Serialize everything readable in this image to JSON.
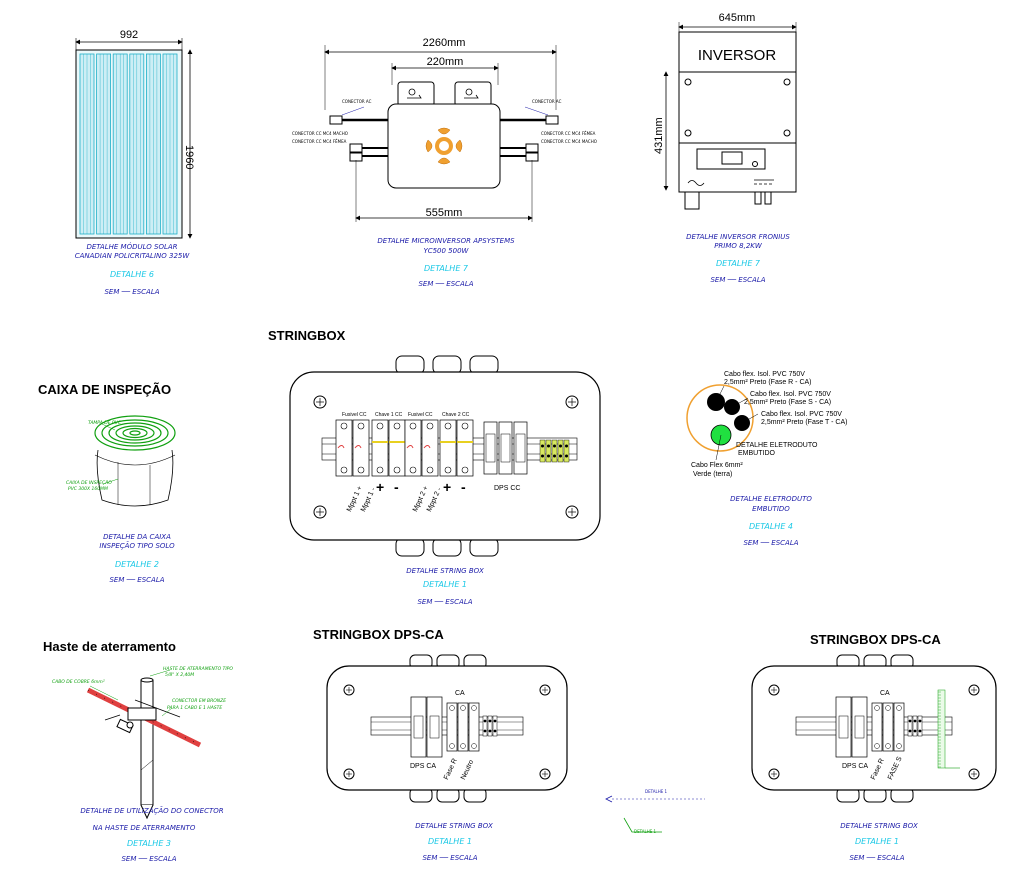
{
  "colors": {
    "caption": "#1a1aa8",
    "detail": "#19c8e6",
    "green": "#10a010",
    "orange": "#f0a030",
    "panel": "#20b0c8"
  },
  "headers": {
    "caixa": "CAIXA DE INSPEÇÃO",
    "stringbox": "STRINGBOX",
    "haste": "Haste de aterramento",
    "sbdps1": "STRINGBOX  DPS-CA",
    "sbdps2": "STRINGBOX DPS-CA"
  },
  "modulo": {
    "width": "992",
    "height": "1960",
    "cap1": "DETALHE MÓDULO SOLAR",
    "cap2": "CANADIAN POLICRITALINO 325W",
    "det": "DETALHE 6",
    "sem": "SEM ── ESCALA"
  },
  "micro": {
    "dim_total": "2260mm",
    "dim_top": "220mm",
    "dim_bottom": "555mm",
    "lbl_ac_left": "CONECTOR AC",
    "lbl_ac_right": "CONECTOR AC",
    "lbl_cc_macho_l": "CONECTOR CC MC4 MACHO",
    "lbl_cc_femea_l": "CONECTOR CC MC4 FÊMEA",
    "lbl_cc_femea_r": "CONECTOR CC MC4 FÊMEA",
    "lbl_cc_macho_r": "CONECTOR CC MC4 MACHO",
    "cap1": "DETALHE MICROINVERSOR APSYSTEMS",
    "cap2": "YC500 500W",
    "det": "DETALHE 7",
    "sem": "SEM ── ESCALA"
  },
  "inversor": {
    "dim_w": "645mm",
    "dim_h": "431mm",
    "label": "INVERSOR",
    "cap1": "DETALHE INVERSOR FRONIUS",
    "cap2": "PRIMO 8,2KW",
    "det": "DETALHE 7",
    "sem": "SEM ── ESCALA"
  },
  "caixa": {
    "lbl_tampa": "TAMPA DE PVC",
    "lbl_caixa1": "CAIXA DE INSPEÇÃO",
    "lbl_caixa2": "PVC 300X 160MM",
    "cap1": "DETALHE DA CAIXA",
    "cap2": "INSPEÇÃO TIPO SOLO",
    "det": "DETALHE 2",
    "sem": "SEM ── ESCALA"
  },
  "stringbox": {
    "lbl_fus1": "Fusivel CC",
    "lbl_ch1": "Chave 1 CC",
    "lbl_fus2": "Fusivel CC",
    "lbl_ch2": "Chave 2 CC",
    "mppt": [
      "Mppt 1 +",
      "Mppt 1 -",
      "Mppt 2 +",
      "Mppt 2 -"
    ],
    "plus": "+",
    "minus": "-",
    "dps": "DPS CC",
    "cap": "DETALHE STRING BOX",
    "det": "DETALHE 1",
    "sem": "SEM ── ESCALA"
  },
  "eletroduto": {
    "cabo_r1": "Cabo flex. Isol. PVC 750V",
    "cabo_r2": "2,5mm² Preto (Fase R - CA)",
    "cabo_s1": "Cabo flex. Isol. PVC 750V",
    "cabo_s2": "2,5mm² Preto (Fase S - CA)",
    "cabo_t1": "Cabo flex. Isol. PVC 750V",
    "cabo_t2": "2,5mm² Preto (Fase T - CA)",
    "cabo_terra1": "Cabo Flex 6mm²",
    "cabo_terra2": "Verde (terra)",
    "label1": "DETALHE ELETRODUTO",
    "label2": "EMBUTIDO",
    "cap1": "DETALHE ELETRODUTO",
    "cap2": "EMBUTIDO",
    "det": "DETALHE 4",
    "sem": "SEM ── ESCALA"
  },
  "haste": {
    "lbl_cabo": "CABO DE COBRE 6mm²",
    "lbl_haste1": "HASTE DE ATERRAMENTO TIPO",
    "lbl_haste2": "5/8\" X 2,40M",
    "lbl_con1": "CONECTOR EM BRONZE",
    "lbl_con2": "PARA 1 CABO E 1 HASTE",
    "cap1": "DETALHE DE UTILIZAÇÃO DO CONECTOR",
    "cap2": "NA HASTE DE ATERRAMENTO",
    "det": "DETALHE 3",
    "sem": "SEM ── ESCALA"
  },
  "sbdps1": {
    "ca": "CA",
    "labels": [
      "DPS CA",
      "Fase R",
      "Neutro"
    ],
    "cap": "DETALHE STRING BOX",
    "det": "DETALHE 1",
    "sem": "SEM ── ESCALA"
  },
  "sbdps2": {
    "ca": "CA",
    "labels": [
      "DPS CA",
      "Fase R",
      "FASE S"
    ],
    "cap": "DETALHE STRING BOX",
    "det": "DETALHE 1",
    "sem": "SEM ── ESCALA"
  },
  "misc": {
    "detail_small1": "DETALHE 1",
    "detail_small2": "DETALHE 1"
  }
}
